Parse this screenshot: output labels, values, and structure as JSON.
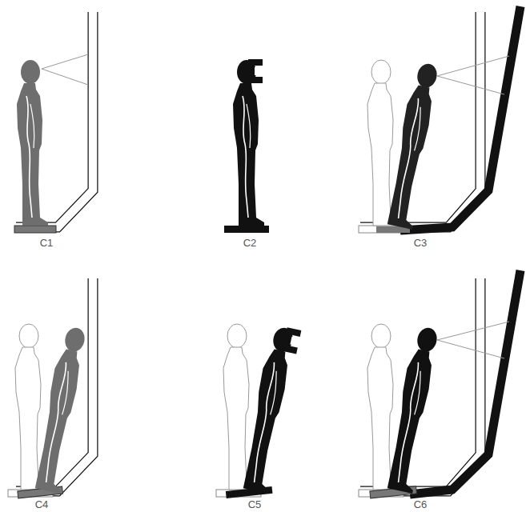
{
  "diagram": {
    "labels": [
      "C1",
      "C2",
      "C3",
      "C4",
      "C5",
      "C6"
    ]
  }
}
